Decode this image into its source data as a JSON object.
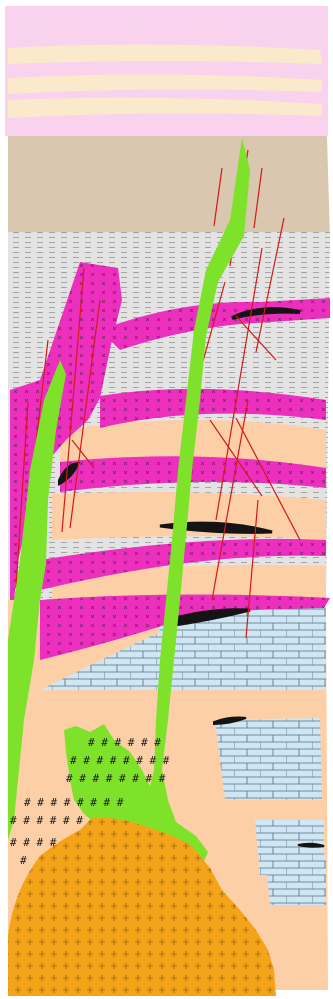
{
  "figure": {
    "kind": "geological cross-section",
    "text_labels": []
  },
  "layers": [
    {
      "name": "banded-pink-cream-layer",
      "colors": [
        "#f9d3ee",
        "#fbe9cc"
      ]
    },
    {
      "name": "tan-overburden-layer",
      "color": "#d9c7b0"
    },
    {
      "name": "dashed-shale-layer",
      "color": "#e3e3e3",
      "pattern": "dashes"
    },
    {
      "name": "peach-sandstone-layer",
      "color": "#fccfa6"
    },
    {
      "name": "limestone-brick-layer",
      "color": "#cfe6f3",
      "pattern": "bricks"
    },
    {
      "name": "granite-intrusion",
      "color": "#f4a418",
      "pattern": "crosses"
    },
    {
      "name": "hash-alteration-zone",
      "color": "#fccfa6",
      "pattern": "hashes"
    }
  ],
  "intrusions": [
    {
      "name": "magenta-dike-system",
      "color": "#ec2fbd",
      "pattern": "x-marks"
    },
    {
      "name": "green-dike-left",
      "color": "#7ee22a"
    },
    {
      "name": "green-dike-right",
      "color": "#7ee22a"
    }
  ],
  "ore_bodies": {
    "color": "#141414",
    "count": 6
  },
  "faults": {
    "color": "#d11a1a",
    "count": 16
  },
  "legend_colors": {
    "magenta": "#ec2fbd",
    "green": "#7ee22a",
    "orange": "#f4a418",
    "peach": "#fccfa6",
    "brick_fill": "#cfe6f3",
    "brick_line": "#5a6f88",
    "dash_gray": "#e3e3e3",
    "tan": "#d9c7b0",
    "pink": "#f9d3ee",
    "cream": "#fbe9cc",
    "black": "#141414",
    "red": "#d11a1a"
  }
}
